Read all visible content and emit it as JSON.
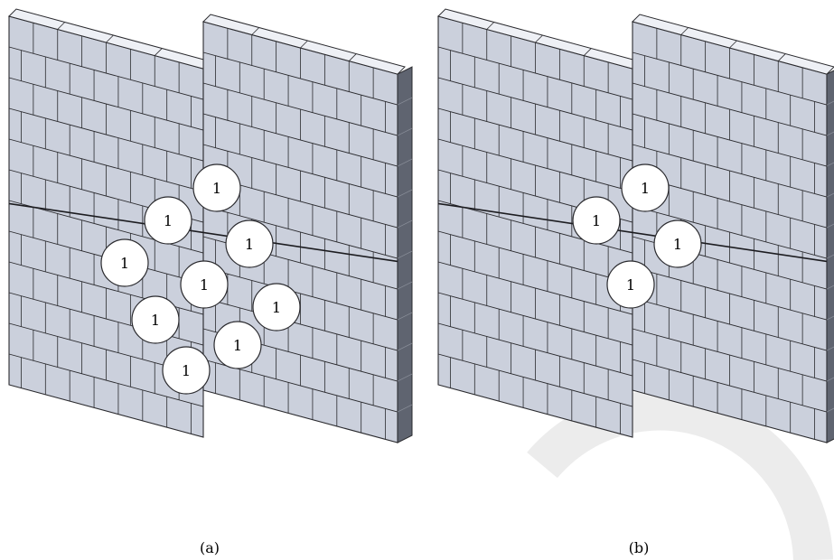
{
  "colors": {
    "brick_face": "#cbd0dc",
    "brick_top": "#eef0f5",
    "mortar": "#2a2a2e",
    "side_edge": "#5f6470",
    "marker_fill": "#ffffff",
    "watermark": "#ececec"
  },
  "panels": [
    {
      "id": "a",
      "caption": "(a)",
      "markers": [
        {
          "label": "1"
        },
        {
          "label": "1"
        },
        {
          "label": "1"
        },
        {
          "label": "1"
        },
        {
          "label": "1"
        },
        {
          "label": "1"
        },
        {
          "label": "1"
        },
        {
          "label": "1"
        },
        {
          "label": "1"
        }
      ]
    },
    {
      "id": "b",
      "caption": "(b)",
      "markers": [
        {
          "label": "1"
        },
        {
          "label": "1"
        },
        {
          "label": "1"
        },
        {
          "label": "1"
        }
      ]
    }
  ]
}
